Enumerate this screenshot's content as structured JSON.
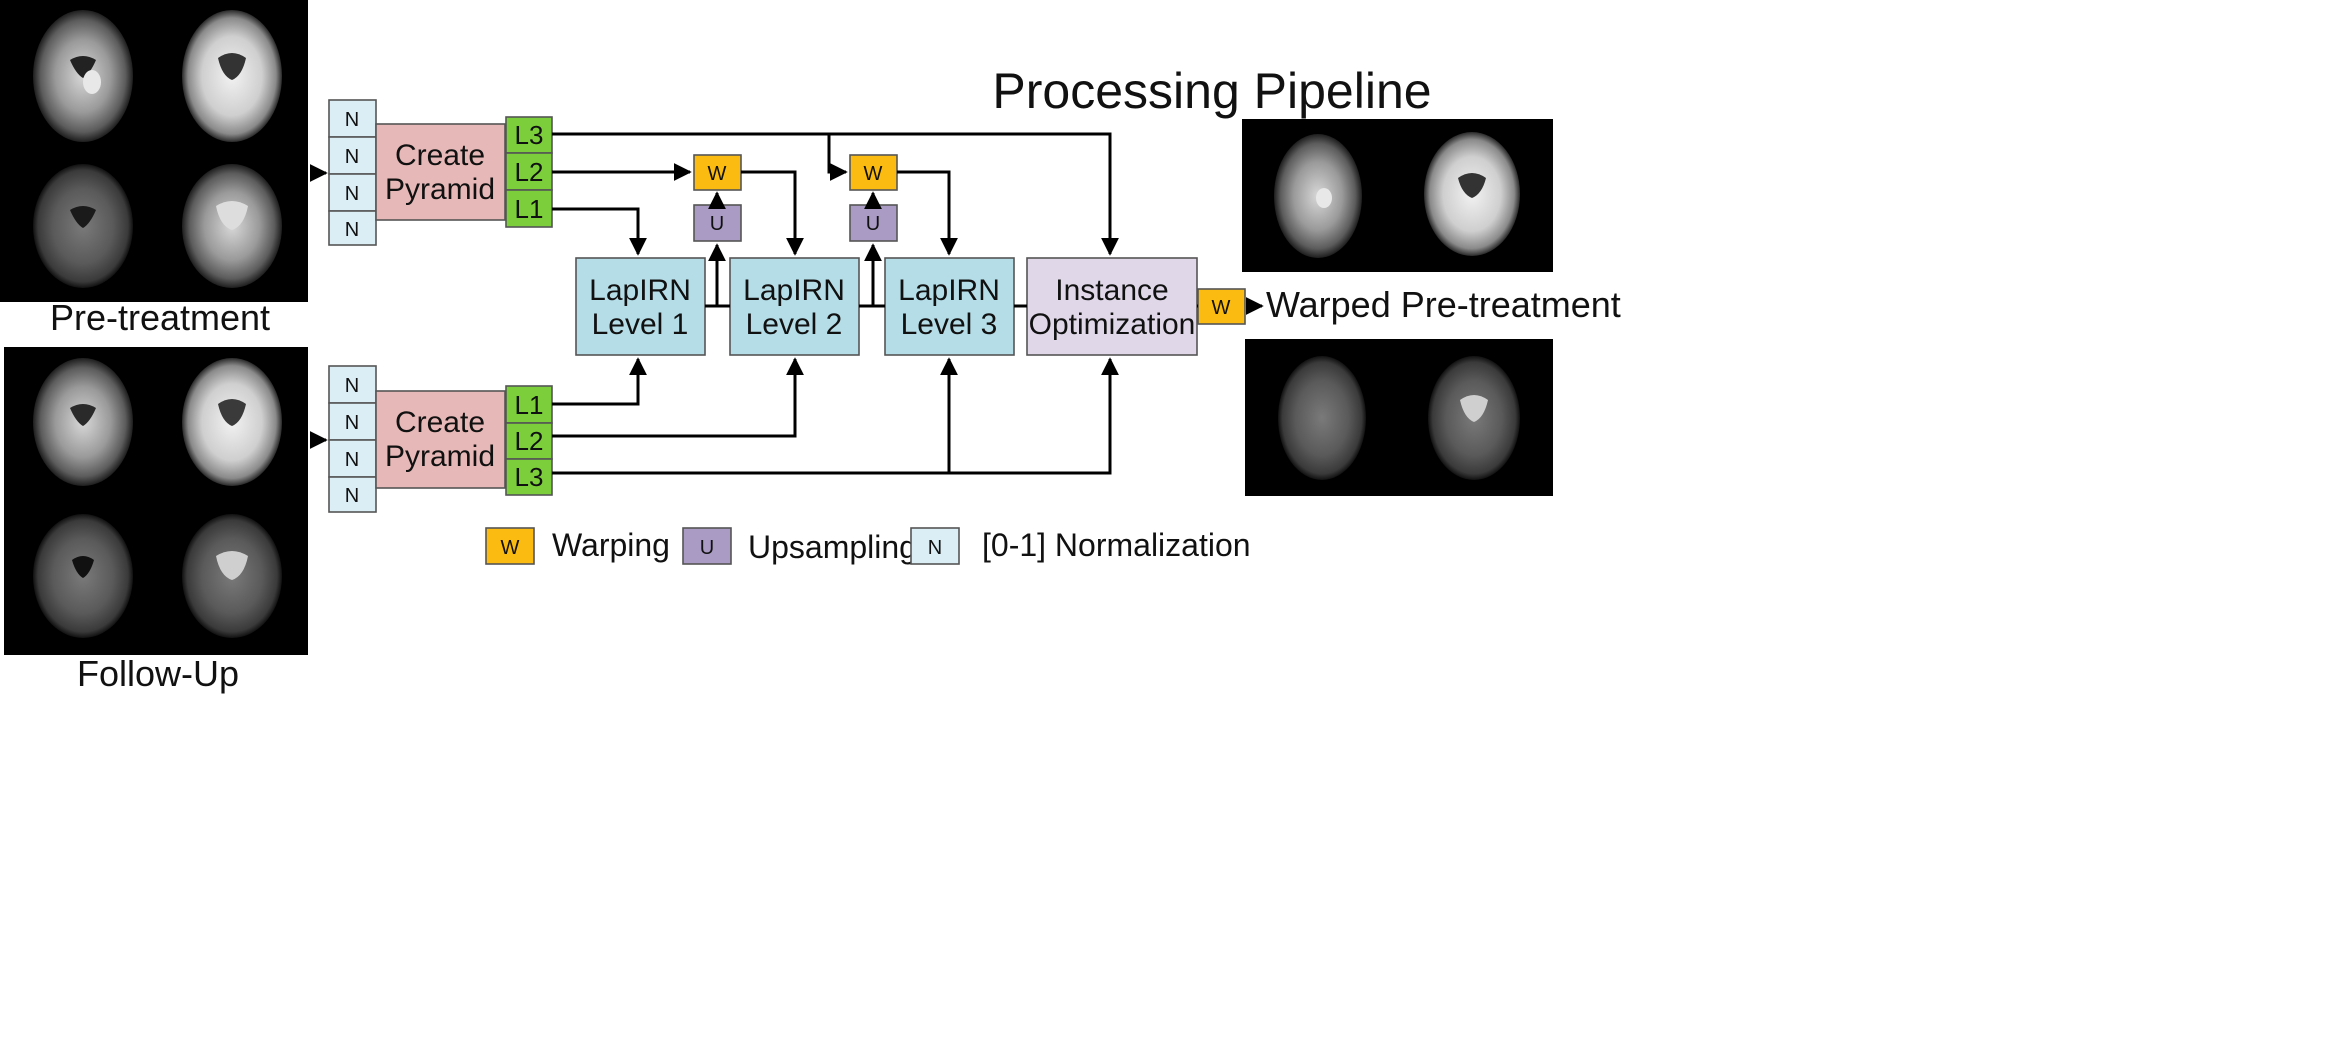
{
  "title": "Processing Pipeline",
  "inputs": {
    "pre_treatment_label": "Pre-treatment",
    "follow_up_label": "Follow-Up",
    "output_label": "Warped Pre-treatment"
  },
  "blocks": {
    "normalize": "N",
    "create_pyramid_line1": "Create",
    "create_pyramid_line2": "Pyramid",
    "levels": [
      "L1",
      "L2",
      "L3"
    ],
    "warp": "W",
    "upsample": "U",
    "lapirn": [
      {
        "line1": "LapIRN",
        "line2": "Level 1"
      },
      {
        "line1": "LapIRN",
        "line2": "Level 2"
      },
      {
        "line1": "LapIRN",
        "line2": "Level 3"
      }
    ],
    "instance_optimization_line1": "Instance",
    "instance_optimization_line2": "Optimization"
  },
  "legend": [
    {
      "symbol": "W",
      "text": "Warping",
      "color": "#fbbb10"
    },
    {
      "symbol": "U",
      "text": "Upsampling",
      "color": "#a99bc4"
    },
    {
      "symbol": "N",
      "text": "[0-1] Normalization",
      "color": "#dbeef5"
    }
  ],
  "colors": {
    "normalize": "#dbeef5",
    "pyramid": "#e6b8b7",
    "level": "#7ccf3a",
    "warp": "#fbbb10",
    "upsample": "#a99bc4",
    "lapirn": "#b4dde7",
    "instance_optimization": "#e0d8e8",
    "scan_background": "#000000"
  }
}
